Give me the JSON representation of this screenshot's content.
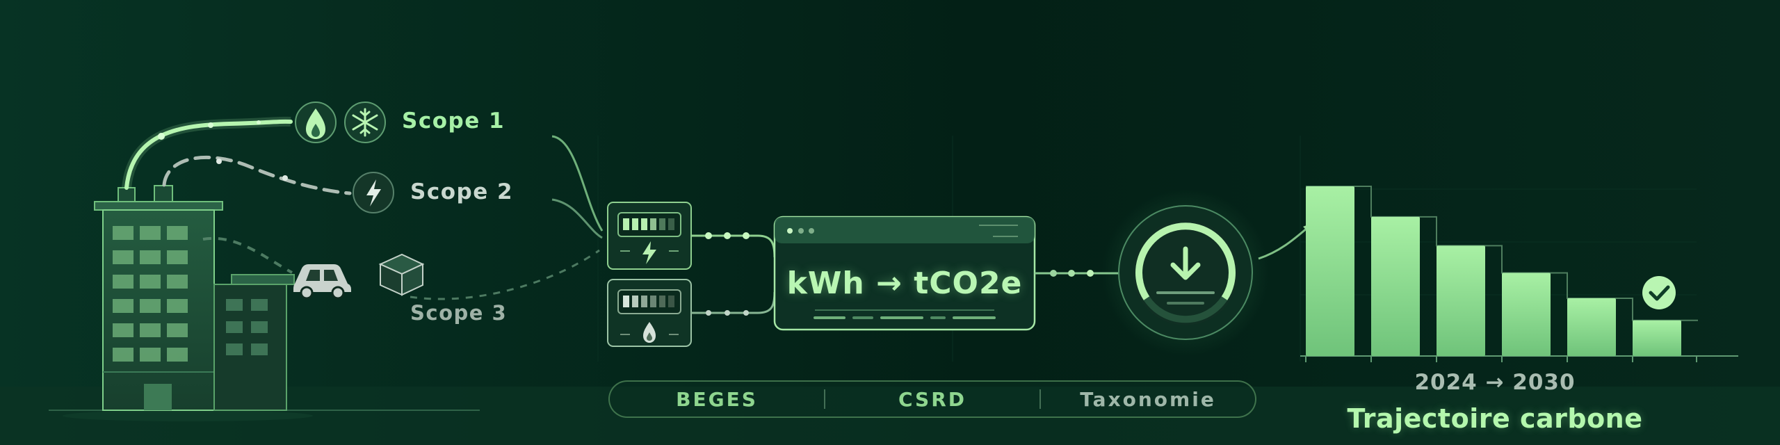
{
  "scopes": {
    "scope1": "Scope 1",
    "scope2": "Scope 2",
    "scope3": "Scope 3"
  },
  "conversion": "kWh → tCO2e",
  "frameworks": [
    "BEGES",
    "CSRD",
    "Taxonomie"
  ],
  "trajectory": {
    "years": "2024 → 2030",
    "title": "Trajectoire carbone",
    "bar_levels": [
      1.0,
      0.82,
      0.65,
      0.49,
      0.34,
      0.21
    ]
  },
  "meters": {
    "electricity_level": 0.6,
    "gas_level": 0.4
  },
  "icons": [
    "droplet-flame-icon",
    "snowflake-icon",
    "lightning-icon",
    "car-icon",
    "package-box-icon",
    "download-arrow-icon",
    "checkmark-icon"
  ],
  "colors": {
    "background": "#031c14",
    "accent": "#a6f0a6",
    "muted": "#9fb2a7"
  }
}
